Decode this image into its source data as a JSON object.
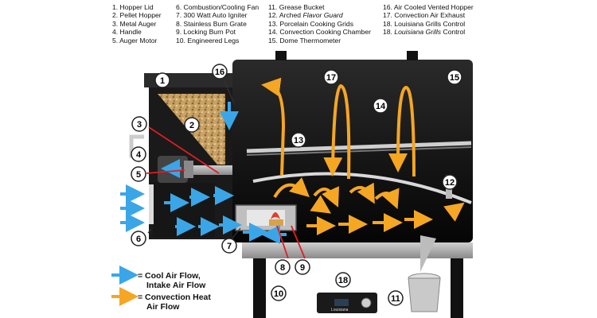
{
  "legend_items": [
    [
      "1. Hopper Lid",
      "2. Pellet Hopper",
      "3. Metal Auger",
      "4. Handle",
      "5. Auger Motor"
    ],
    [
      "6. Combustion/Cooling Fan",
      "7. 300 Watt Auto Igniter",
      "8. Stainless Burn Grate",
      "9. Locking Burn Pot",
      "10. Engineered Legs"
    ],
    [
      "11. Grease Bucket",
      "12. Arched Flavor Guard",
      "13. Porcelain Cooking Grids",
      "14. Convection Cooking Chamber",
      "15. Dome Thermometer"
    ],
    [
      "16. Air Cooled Vented Hopper",
      "17. Convection Air Exhaust",
      "18. Louisiana Grills Control"
    ]
  ],
  "callouts": [
    "1",
    "2",
    "3",
    "4",
    "5",
    "6",
    "7",
    "8",
    "9",
    "10",
    "11",
    "12",
    "13",
    "14",
    "15",
    "16",
    "17",
    "18"
  ],
  "key": {
    "cool_line1": "= Cool Air Flow,",
    "cool_line2": "Intake Air Flow",
    "heat_line1": "= Convection Heat",
    "heat_line2": "Air Flow"
  },
  "control_brand": "Louisiana",
  "colors": {
    "cool_air": "#3aa6e8",
    "heat_air": "#f5a623",
    "chamber": "#111111",
    "pellets": "#c8a265"
  }
}
